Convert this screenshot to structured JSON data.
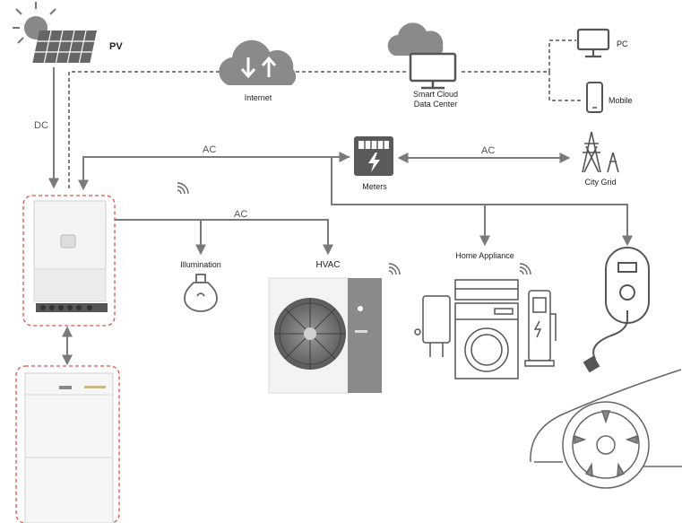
{
  "labels": {
    "pv": "PV",
    "dc": "DC",
    "internet": "Internet",
    "cloud_line1": "Smart Cloud",
    "cloud_line2": "Data Center",
    "pc": "PC",
    "mobile": "Mobile",
    "ac_top": "AC",
    "ac_right": "AC",
    "ac_mid": "AC",
    "meters": "Meters",
    "city_grid": "City Grid",
    "illumination": "Illumination",
    "hvac": "HVAC",
    "home_appliance": "Home Appliance"
  },
  "colors": {
    "line": "#7a7a7a",
    "dashed_box": "#d9534f",
    "device_body": "#f2f2f2",
    "device_outline": "#c8c8c8",
    "icon": "#555555"
  },
  "icons": [
    "solar-panel-icon",
    "internet-cloud-icon",
    "smart-cloud-icon",
    "pc-icon",
    "mobile-icon",
    "meter-icon",
    "power-tower-icon",
    "bulb-icon",
    "ev-charger-icon",
    "wifi-icon"
  ]
}
